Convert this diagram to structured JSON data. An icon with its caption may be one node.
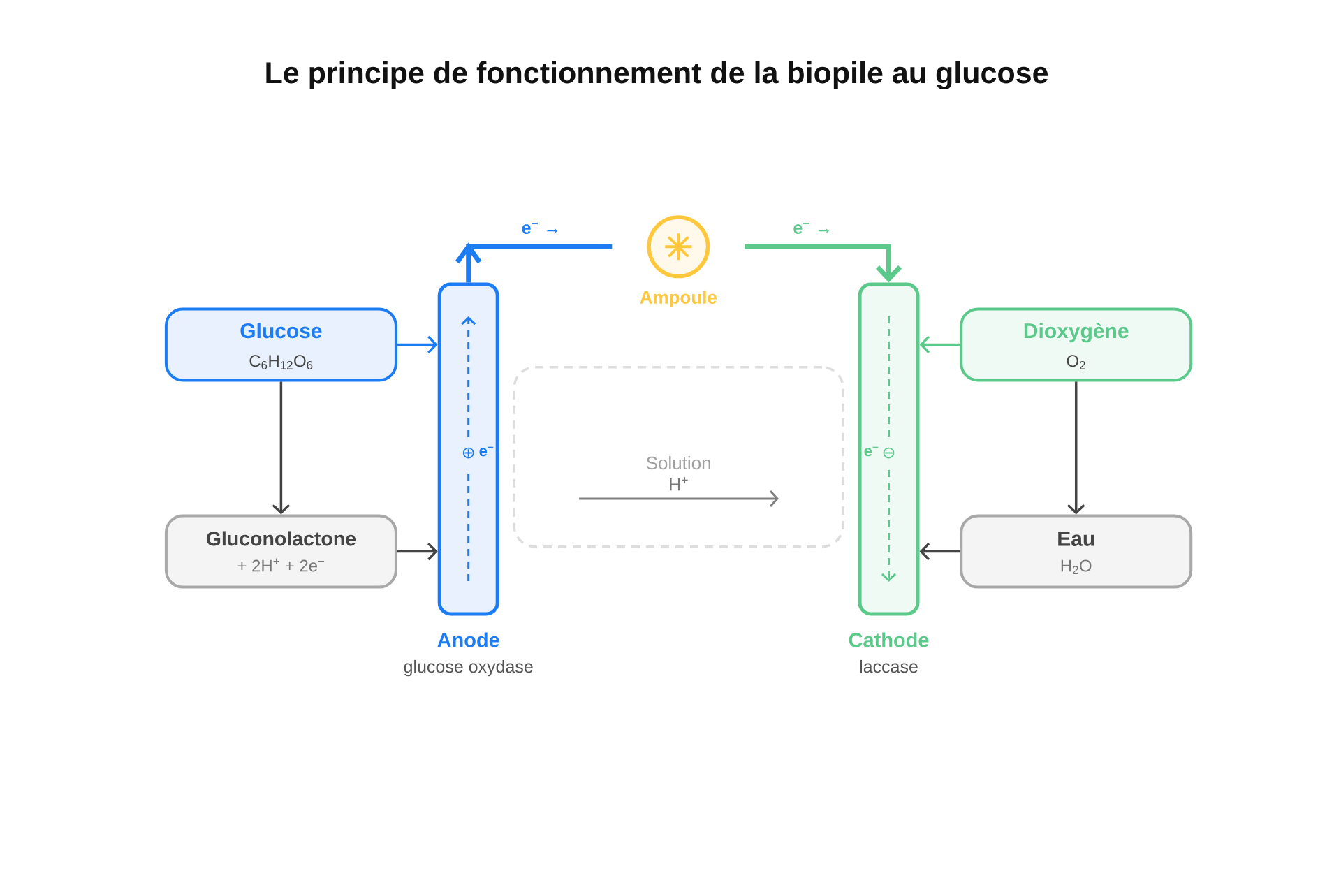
{
  "diagram": {
    "title": "Le principe de fonctionnement de la biopile au glucose",
    "nodes": [
      {
        "text": [
          "Ampoule"
        ]
      },
      {
        "text": [
          "Anode",
          "glucose oxydase"
        ]
      },
      {
        "text": [
          "Cathode",
          "laccase"
        ]
      },
      {
        "text": [
          "Glucose",
          "C$_{6}$H$_{12}$O$_{6}$"
        ]
      },
      {
        "text": [
          "Dioxygène",
          "O$_{2}$"
        ]
      },
      {
        "text": [
          "Solution",
          "H$^{+}$"
        ]
      },
      {
        "text": [
          "Gluconolactone",
          "+ 2H$^{+}$ + 2e$^{−}$"
        ]
      },
      {
        "text": [
          "Eau",
          "H$_{2}$O"
        ]
      }
    ],
    "edges": [
      {
        "from": 1,
        "to": 0,
        "arrow": "to",
        "label": "e$^{−}$ →",
        "style": "thick",
        "color": "#1c7cf4"
      },
      {
        "from": 0,
        "to": 2,
        "arrow": "to",
        "label": "e$^{−}$ →",
        "style": "thick",
        "color": "#5ac98a"
      },
      {
        "from": 3,
        "to": 1,
        "arrow": "to",
        "color": "#1c7cf4"
      },
      {
        "from": 4,
        "to": 2,
        "arrow": "to",
        "color": "#5ac98a"
      },
      {
        "from": 3,
        "to": 6,
        "arrow": "to"
      },
      {
        "from": 4,
        "to": 7,
        "arrow": "to"
      },
      {
        "from": 6,
        "to": 1,
        "arrow": "to"
      },
      {
        "from": 7,
        "to": 2,
        "arrow": "to"
      }
    ],
    "labels": [
      "⊕",
      "e$^{−}$",
      "e$^{−}$",
      "⊖"
    ]
  }
}
